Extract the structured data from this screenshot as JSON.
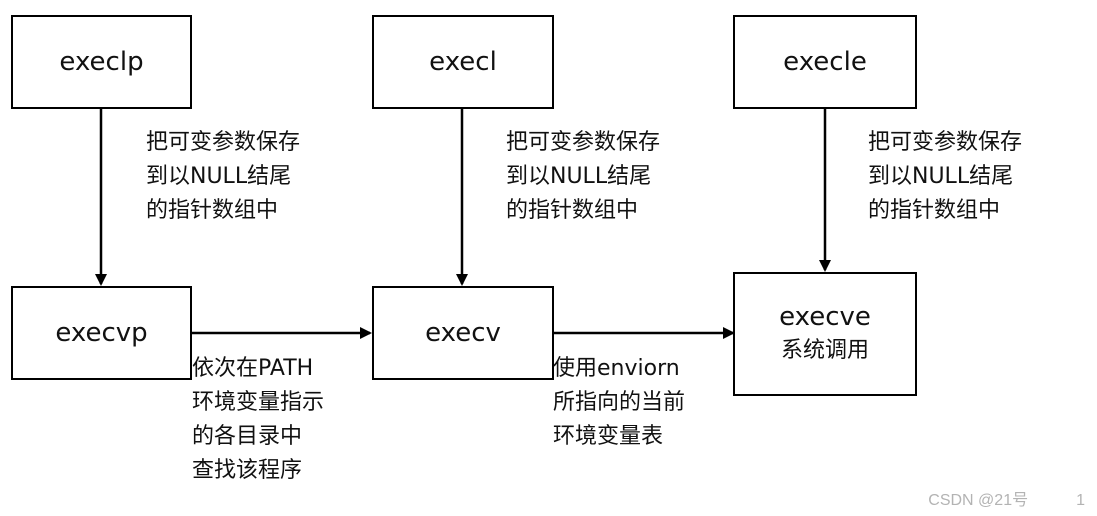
{
  "boxes": {
    "execlp": "execlp",
    "execl": "execl",
    "execle": "execle",
    "execvp": "execvp",
    "execv": "execv",
    "execve": "execve",
    "execve_sub": "系统调用"
  },
  "notes": {
    "execlp_note": [
      "把可变参数保存",
      "到以NULL结尾",
      "的指针数组中"
    ],
    "execl_note": [
      "把可变参数保存",
      "到以NULL结尾",
      "的指针数组中"
    ],
    "execle_note": [
      "把可变参数保存",
      "到以NULL结尾",
      "的指针数组中"
    ],
    "execvp_note": [
      "依次在PATH",
      "环境变量指示",
      "的各目录中",
      "查找该程序"
    ],
    "execv_note": [
      "使用enviorn",
      "所指向的当前",
      "环境变量表"
    ]
  },
  "watermark": {
    "text": "CSDN @21号",
    "page": "1"
  }
}
